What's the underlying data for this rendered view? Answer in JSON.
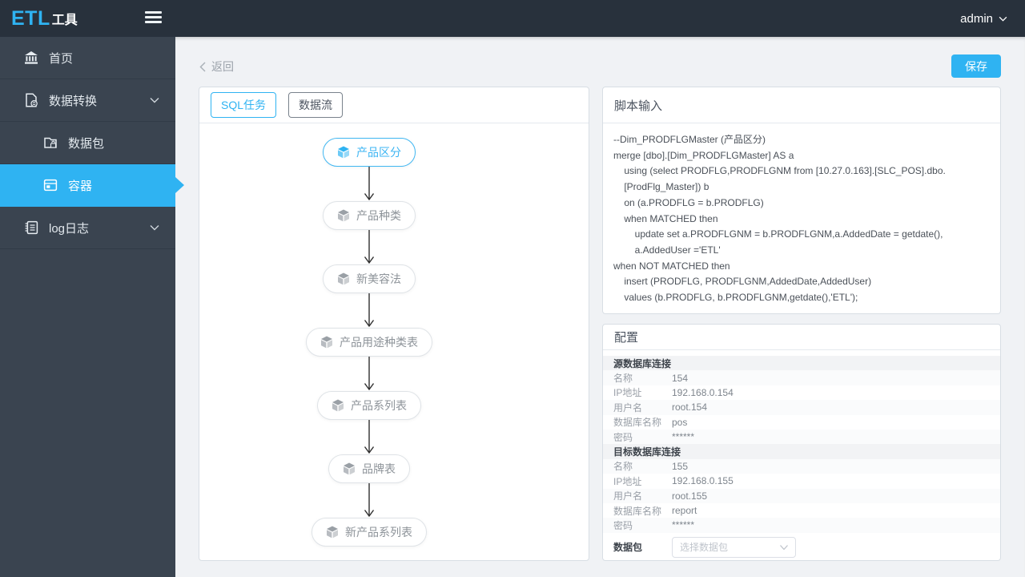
{
  "colors": {
    "accent": "#2fb3f2",
    "topbar_bg": "#28313c",
    "sidebar_bg": "#3a4450",
    "content_bg": "#f0f2f5",
    "node_gray": "#8d9399"
  },
  "topbar": {
    "logo_primary": "ETL",
    "logo_secondary": "工具",
    "user_menu": "admin"
  },
  "sidebar": {
    "items": [
      {
        "label": "首页",
        "icon": "home-icon"
      },
      {
        "label": "数据转换",
        "icon": "data-transform-icon",
        "expandable": true
      },
      {
        "label": "数据包",
        "icon": "data-package-icon",
        "sub": true
      },
      {
        "label": "容器",
        "icon": "container-icon",
        "sub": true,
        "active": true
      },
      {
        "label": "log日志",
        "icon": "log-icon",
        "expandable": true
      }
    ]
  },
  "toolbar": {
    "back_label": "返回",
    "save_label": "保存"
  },
  "flow_panel": {
    "tabs": [
      {
        "label": "SQL任务",
        "active": true
      },
      {
        "label": "数据流",
        "active": false
      }
    ],
    "nodes": [
      {
        "label": "产品区分",
        "active": true
      },
      {
        "label": "产品种类"
      },
      {
        "label": "新美容法"
      },
      {
        "label": "产品用途种类表"
      },
      {
        "label": "产品系列表"
      },
      {
        "label": "品牌表"
      },
      {
        "label": "新产品系列表"
      }
    ]
  },
  "script_panel": {
    "title": "脚本输入",
    "lines": [
      "--Dim_PRODFLGMaster (产品区分)",
      "merge [dbo].[Dim_PRODFLGMaster] AS a",
      "    using (select PRODFLG,PRODFLGNM from [10.27.0.163].[SLC_POS].dbo.",
      "    [ProdFlg_Master]) b",
      "    on (a.PRODFLG = b.PRODFLG)",
      "    when MATCHED then",
      "        update set a.PRODFLGNM = b.PRODFLGNM,a.AddedDate = getdate(),",
      "        a.AddedUser ='ETL'",
      "when NOT MATCHED then",
      "    insert (PRODFLG, PRODFLGNM,AddedDate,AddedUser)",
      "    values (b.PRODFLG, b.PRODFLGNM,getdate(),'ETL');"
    ]
  },
  "config_panel": {
    "title": "配置",
    "sections": [
      {
        "header": "源数据库连接",
        "rows": [
          {
            "label": "名称",
            "value": "154"
          },
          {
            "label": "IP地址",
            "value": "192.168.0.154"
          },
          {
            "label": "用户名",
            "value": "root.154"
          },
          {
            "label": "数据库名称",
            "value": "pos"
          },
          {
            "label": "密码",
            "value": "******"
          }
        ]
      },
      {
        "header": "目标数据库连接",
        "rows": [
          {
            "label": "名称",
            "value": "155"
          },
          {
            "label": "IP地址",
            "value": "192.168.0.155"
          },
          {
            "label": "用户名",
            "value": "root.155"
          },
          {
            "label": "数据库名称",
            "value": "report"
          },
          {
            "label": "密码",
            "value": "******"
          }
        ]
      }
    ],
    "package": {
      "label": "数据包",
      "placeholder": "选择数据包"
    }
  }
}
